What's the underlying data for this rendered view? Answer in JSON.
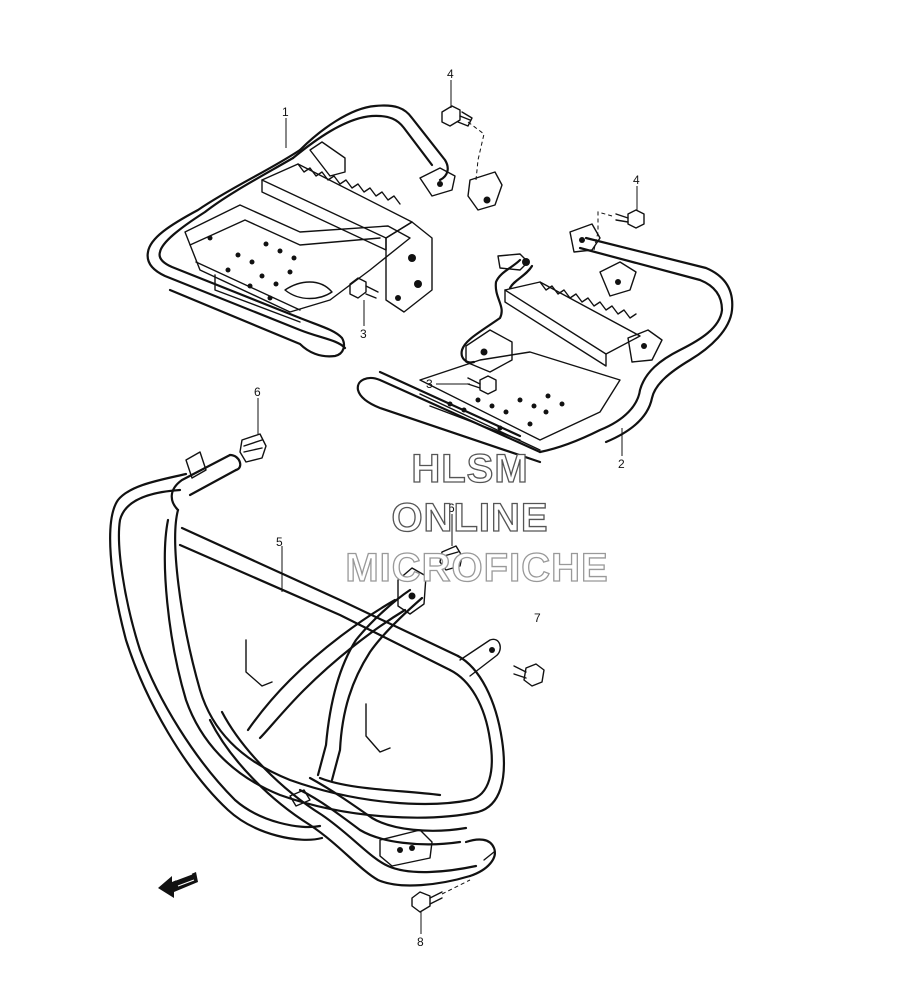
{
  "callouts": {
    "c1": "1",
    "c2": "2",
    "c3a": "3",
    "c3b": "3",
    "c4a": "4",
    "c4b": "4",
    "c5": "5",
    "c6a": "6",
    "c6b": "6",
    "c7": "7",
    "c8": "8"
  },
  "watermark": {
    "line1": "HLSM",
    "line2": "ONLINE",
    "line3": "MICROFICHE"
  },
  "direction_icon": "front-arrow-icon"
}
